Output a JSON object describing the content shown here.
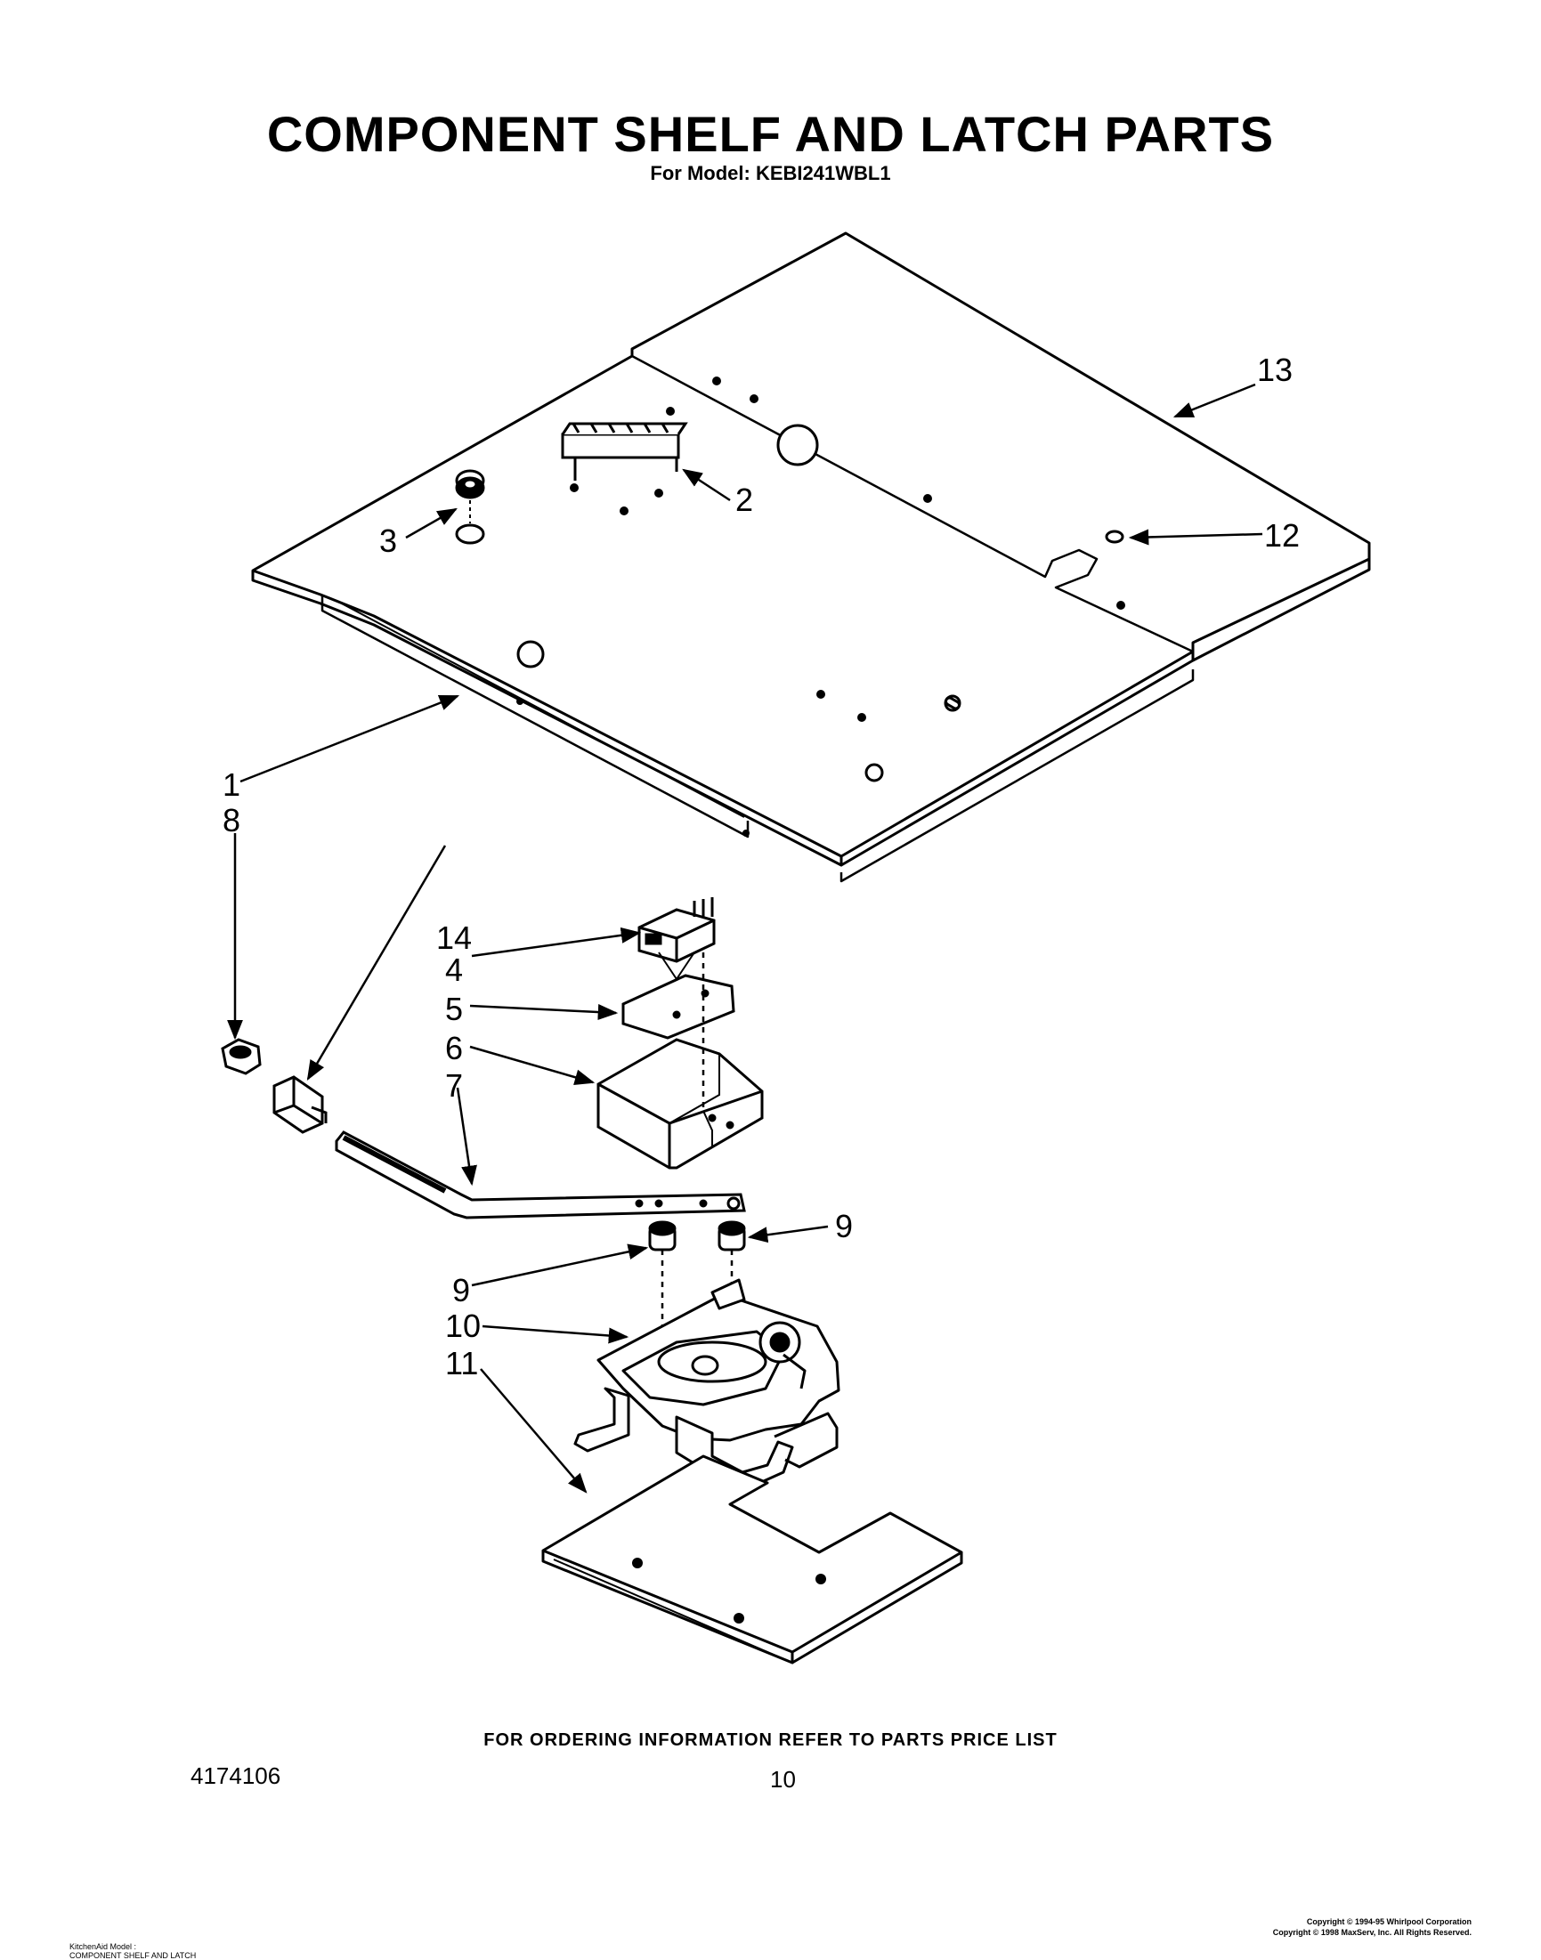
{
  "header": {
    "title": "COMPONENT SHELF AND LATCH PARTS",
    "subtitle": "For Model: KEBI241WBL1"
  },
  "callouts": {
    "c1": "1",
    "c2": "2",
    "c3": "3",
    "c4": "4",
    "c5": "5",
    "c6": "6",
    "c7": "7",
    "c8": "8",
    "c9a": "9",
    "c9b": "9",
    "c10": "10",
    "c11": "11",
    "c12": "12",
    "c13": "13",
    "c14": "14"
  },
  "footer": {
    "ordering_note": "FOR ORDERING INFORMATION REFER TO PARTS PRICE LIST",
    "doc_number": "4174106",
    "page_number": "10",
    "model_line1": "KitchenAid Model :",
    "model_line2": "COMPONENT SHELF AND LATCH",
    "copyright_line1": "Copyright © 1994-95 Whirlpool Corporation",
    "copyright_line2": "Copyright © 1998 MaxServ, Inc.  All Rights Reserved."
  }
}
